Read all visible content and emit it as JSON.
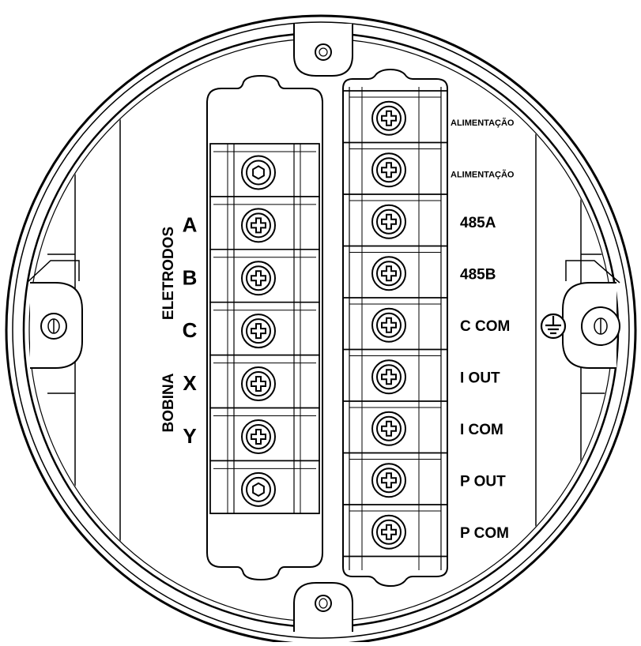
{
  "groups": {
    "electrodes": "ELETRODOS",
    "coil": "BOBINA"
  },
  "left_terminals": [
    "A",
    "B",
    "C",
    "X",
    "Y"
  ],
  "right_terminals": [
    "ALIMENTAÇÃO",
    "ALIMENTAÇÃO",
    "485A",
    "485B",
    "C COM",
    "I OUT",
    "I COM",
    "P OUT",
    "P COM"
  ],
  "icons": {
    "ground": "ground-symbol-icon",
    "screw": "cross-screw-icon",
    "hex": "hex-nut-icon",
    "mount": "mounting-hole-icon"
  }
}
